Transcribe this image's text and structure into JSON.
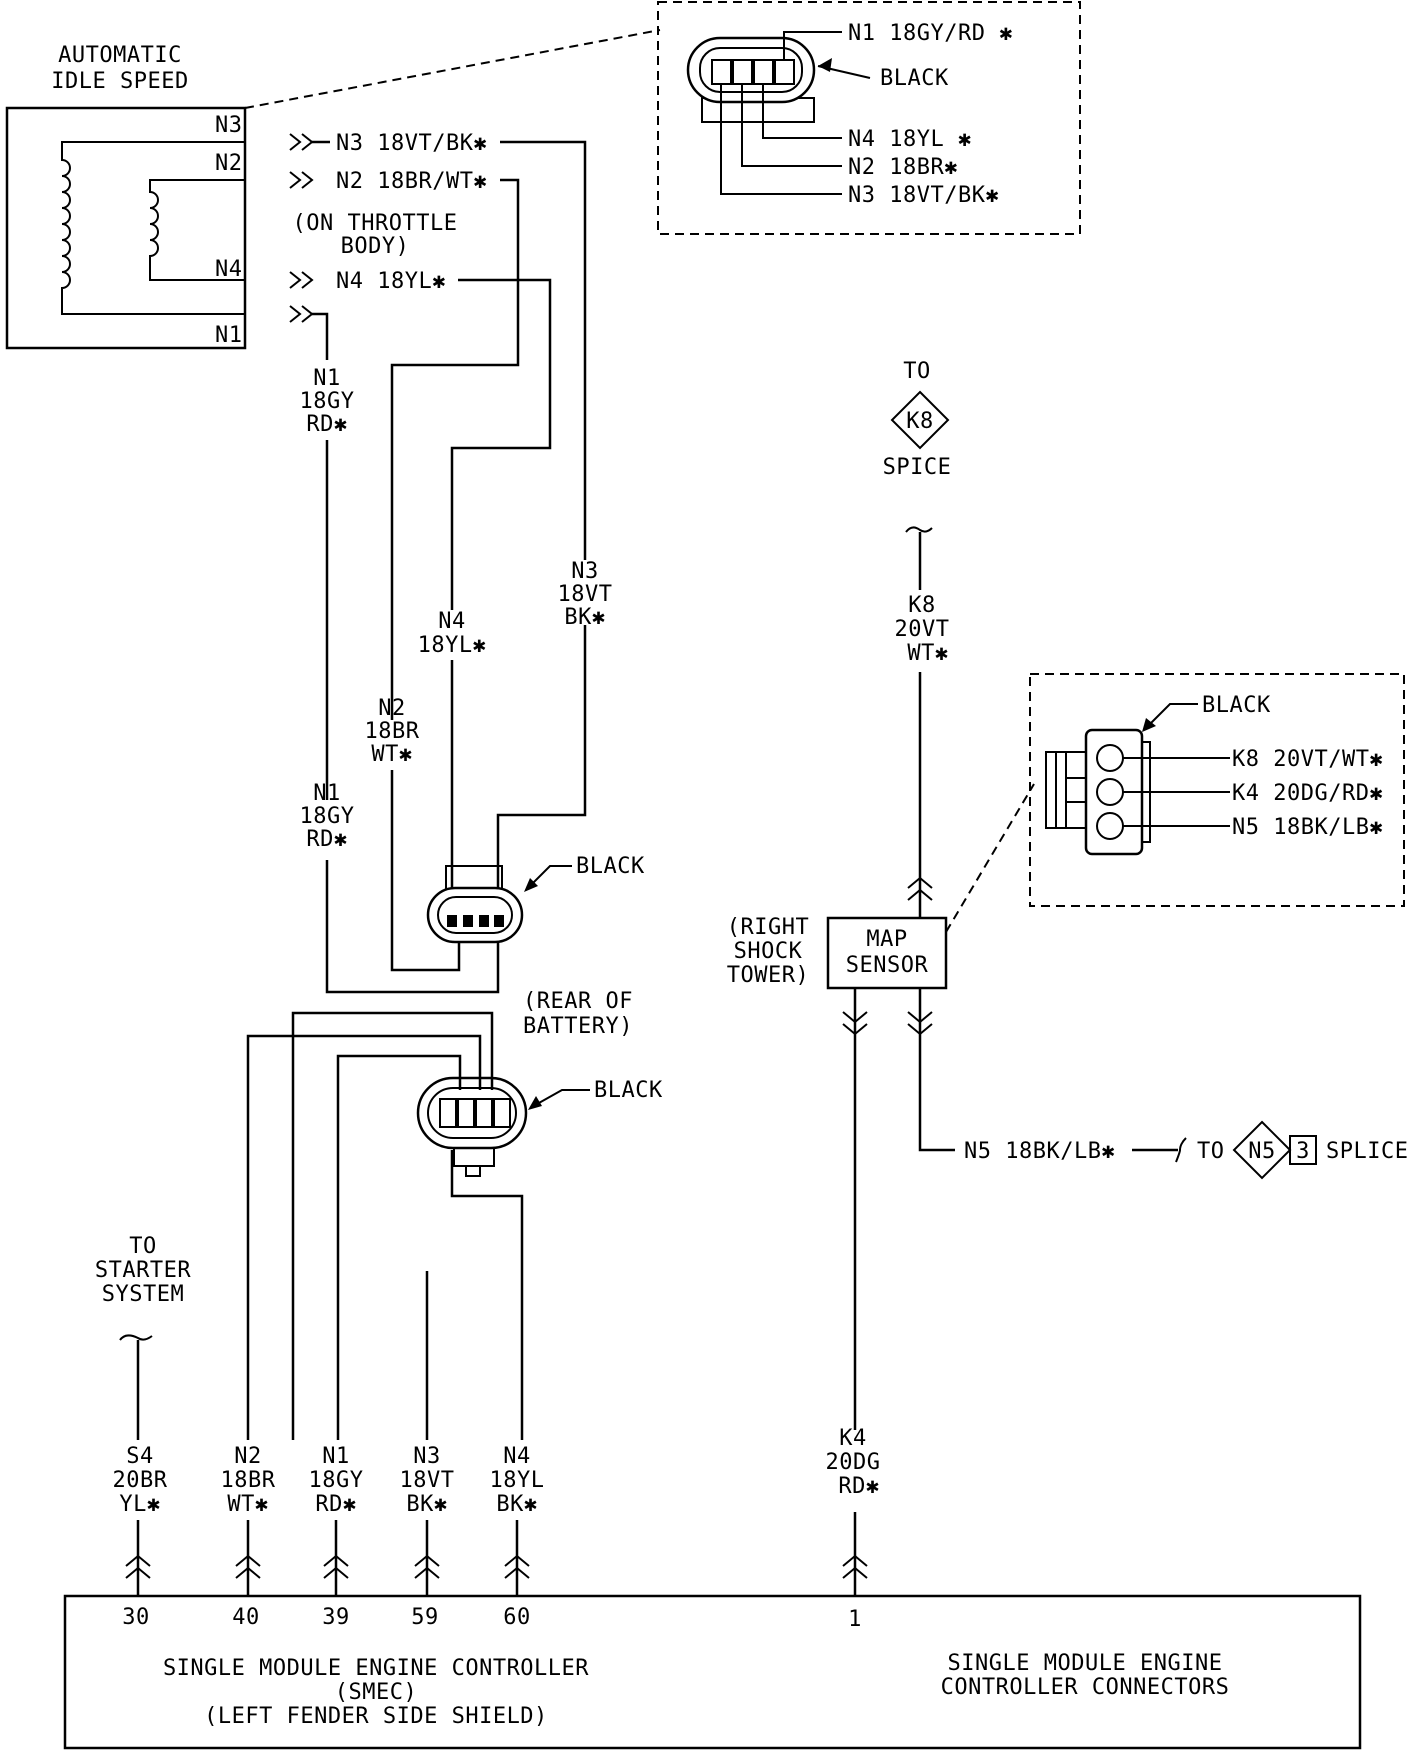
{
  "iac": {
    "title_l1": "AUTOMATIC",
    "title_l2": "IDLE SPEED",
    "pin_n3": "N3",
    "pin_n2": "N2",
    "pin_n4": "N4",
    "pin_n1": "N1",
    "location_l1": "(ON THROTTLE",
    "location_l2": "BODY)"
  },
  "wire_tags": {
    "n3_top": "N3 18VT/BK✱",
    "n2_top": "N2 18BR/WT✱",
    "n4_top": "N4 18YL✱",
    "n1_a": [
      "N1",
      "18GY",
      "RD✱"
    ],
    "n1_b": [
      "N1",
      "18GY",
      "RD✱"
    ],
    "n2_mid": [
      "N2",
      "18BR",
      "WT✱"
    ],
    "n4_mid": [
      "N4",
      "18YL✱"
    ],
    "n3_mid": [
      "N3",
      "18VT",
      "BK✱"
    ],
    "k8": [
      "K8",
      "20VT",
      "WT✱"
    ],
    "n5": "N5 18BK/LB✱"
  },
  "connector_inset": {
    "n1": "N1 18GY/RD ✱",
    "color": "BLACK",
    "n4": "N4 18YL ✱",
    "n2": "N2 18BR✱",
    "n3": "N3 18VT/BK✱"
  },
  "map_inset": {
    "color": "BLACK",
    "k8": "K8 20VT/WT✱",
    "k4": "K4 20DG/RD✱",
    "n5": "N5 18BK/LB✱"
  },
  "connector_mid": {
    "color": "BLACK"
  },
  "connector_battery": {
    "color": "BLACK",
    "location_l1": "(REAR OF",
    "location_l2": "BATTERY)"
  },
  "splice_k8": {
    "to": "TO",
    "id": "K8",
    "label": "SPICE"
  },
  "splice_n5": {
    "to": "TO",
    "id": "N5",
    "num": "3",
    "label": "SPLICE"
  },
  "map_sensor": {
    "l1": "MAP",
    "l2": "SENSOR",
    "loc_l1": "(RIGHT",
    "loc_l2": "SHOCK",
    "loc_l3": "TOWER)"
  },
  "starter": {
    "l1": "TO",
    "l2": "STARTER",
    "l3": "SYSTEM"
  },
  "smec_wires": [
    {
      "l1": "S4",
      "l2": "20BR",
      "l3": "YL✱",
      "pin": "30"
    },
    {
      "l1": "N2",
      "l2": "18BR",
      "l3": "WT✱",
      "pin": "40"
    },
    {
      "l1": "N1",
      "l2": "18GY",
      "l3": "RD✱",
      "pin": "39"
    },
    {
      "l1": "N3",
      "l2": "18VT",
      "l3": "BK✱",
      "pin": "59"
    },
    {
      "l1": "N4",
      "l2": "18YL",
      "l3": "BK✱",
      "pin": "60"
    },
    {
      "l1": "K4",
      "l2": "20DG",
      "l3": "RD✱",
      "pin": "1"
    }
  ],
  "smec": {
    "l1": "SINGLE MODULE ENGINE CONTROLLER",
    "l2": "(SMEC)",
    "l3": "(LEFT FENDER SIDE SHIELD)",
    "r1": "SINGLE MODULE ENGINE",
    "r2": "CONTROLLER CONNECTORS"
  }
}
